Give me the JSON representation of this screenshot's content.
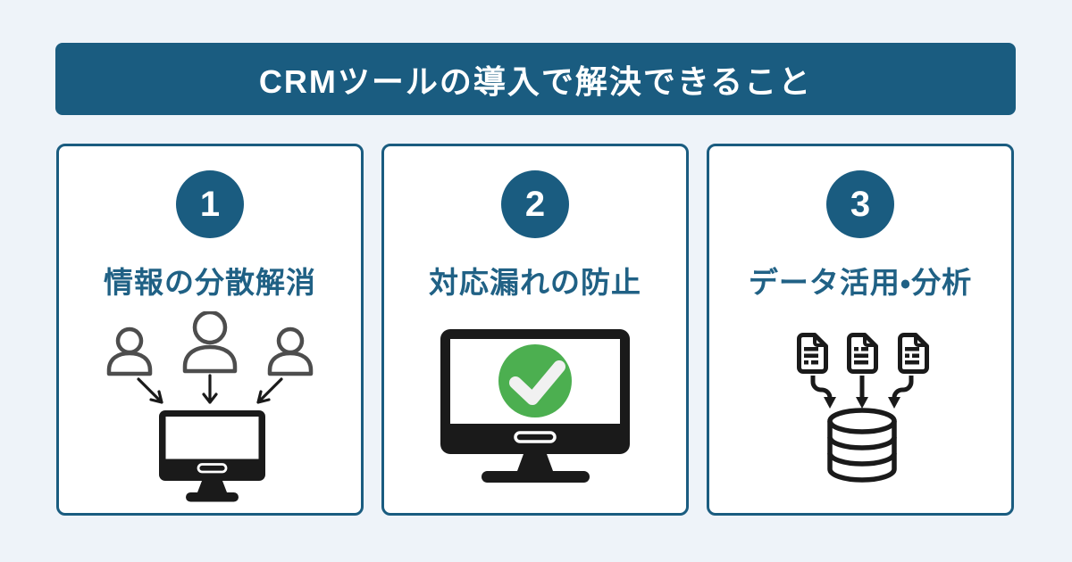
{
  "page": {
    "background": "#EEF3F9"
  },
  "header": {
    "title": "CRMツールの導入で解決できること",
    "background": "#1A5C80",
    "text_color": "#FFFFFF"
  },
  "cards": [
    {
      "number": "1",
      "title": "情報の分散解消",
      "icon": "people-to-monitor-icon"
    },
    {
      "number": "2",
      "title": "対応漏れの防止",
      "icon": "monitor-checkmark-icon"
    },
    {
      "number": "3",
      "title": "データ活用・分析",
      "icon": "documents-to-database-icon"
    }
  ],
  "colors": {
    "teal": "#1A5C80",
    "card_title_text": "#206185",
    "card_border": "#1A5C80",
    "card_background": "#FFFFFF",
    "icon_black": "#1A1A1A",
    "person_outline_gray": "#4D4D4D",
    "check_circle_green": "#4CAF50",
    "check_mark_white": "#F1F1F1"
  }
}
